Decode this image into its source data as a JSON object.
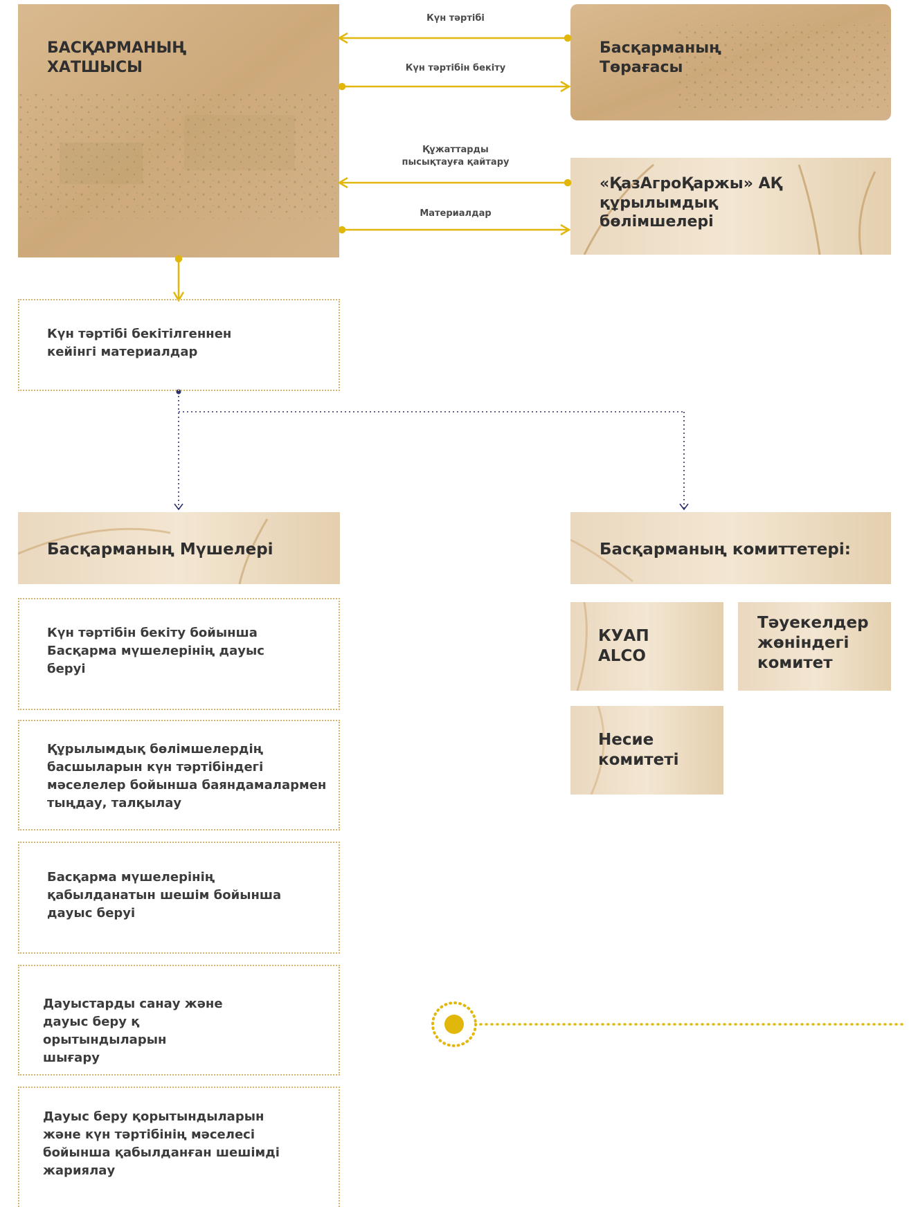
{
  "boxes": {
    "secretary": "БАСҚАРМАНЫҢ ХАТШЫСЫ",
    "chairman": "Басқарманың Төрағасы",
    "subdivisions": "«ҚазАгроҚаржы» АҚ құрылымдық бөлімшелері",
    "materials_after": "Күн тәртібі бекітілгеннен кейінгі материалдар",
    "members": "Басқарманың Мүшелері",
    "committees": "Басқарманың комиттетері:",
    "alco": "КУАП ALCO",
    "risk": "Тәуекелдер жөніндегі комитет",
    "credit": "Несие комитеті"
  },
  "arrows": {
    "agenda": "Күн тәртібі",
    "approve_agenda": "Күн тәртібін бекіту",
    "return_docs": "Құжаттарды пысықтауға қайтару",
    "materials": "Материалдар"
  },
  "steps": [
    "Күн тәртібін бекіту бойынша Басқарма мүшелерінің дауыс беруі",
    "Құрылымдық бөлімшелердің басшыларын күн тәртібіндегі мәселелер бойынша баяндамалармен тыңдау, талқылау",
    "Басқарма мүшелерінің қабылданатын шешім бойынша дауыс беруі",
    "Дауыстарды санау және дауыс беру қ орытындыларын шығару",
    "Дауыс беру қорытындыларын және күн тәртібінің мәселесі бойынша қабылданған шешімді жариялау"
  ],
  "colors": {
    "accent_yellow": "#e2b70c",
    "navy_dotted": "#2b2f6b",
    "box_border": "#d8b466"
  }
}
